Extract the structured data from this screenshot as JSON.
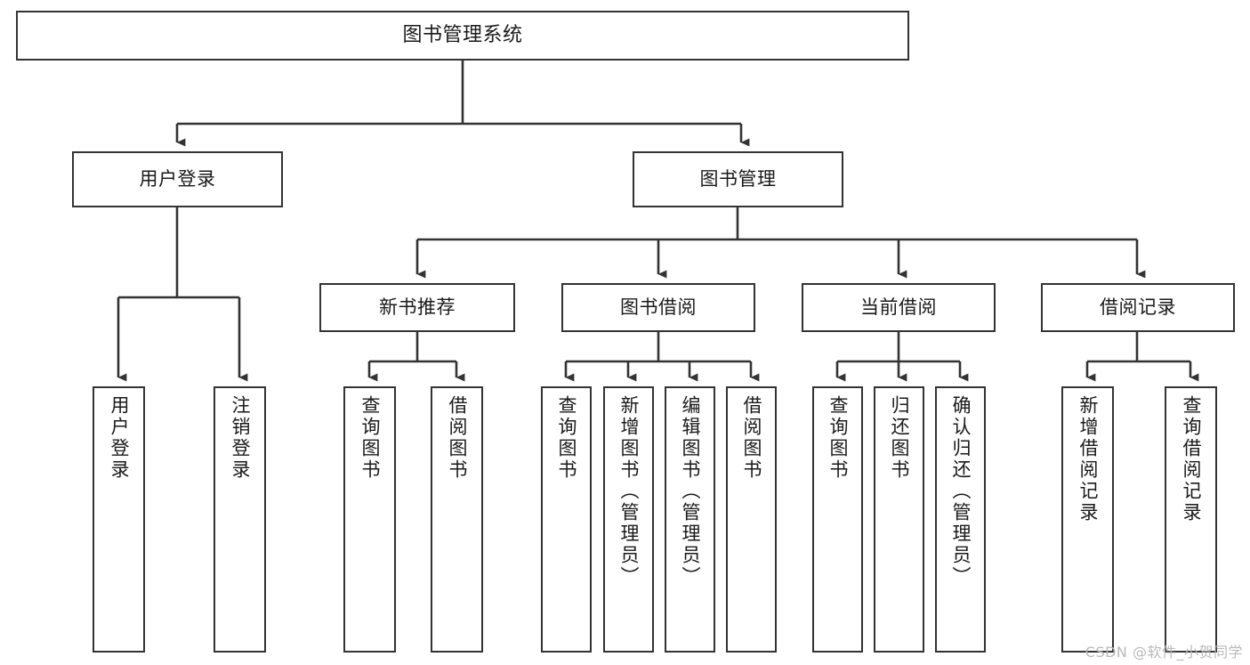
{
  "diagram": {
    "title": "图书管理系统",
    "type": "tree-hierarchy-chart",
    "root": {
      "label": "图书管理系统"
    },
    "level1": [
      {
        "id": "user-login",
        "label": "用户登录"
      },
      {
        "id": "book-management",
        "label": "图书管理"
      }
    ],
    "level2": [
      {
        "id": "new-book-recommend",
        "label": "新书推荐"
      },
      {
        "id": "book-borrow",
        "label": "图书借阅"
      },
      {
        "id": "current-borrow",
        "label": "当前借阅"
      },
      {
        "id": "borrow-record",
        "label": "借阅记录"
      }
    ],
    "leaves": {
      "user_login": [
        {
          "id": "leaf-user-login",
          "label": "用户登录"
        },
        {
          "id": "leaf-user-logout",
          "label": "注销登录"
        }
      ],
      "new_book_recommend": [
        {
          "id": "leaf-query-book-1",
          "label": "查询图书"
        },
        {
          "id": "leaf-borrow-book-1",
          "label": "借阅图书"
        }
      ],
      "book_borrow": [
        {
          "id": "leaf-query-book-2",
          "label": "查询图书"
        },
        {
          "id": "leaf-add-book",
          "label": "新增图书（管理员）"
        },
        {
          "id": "leaf-edit-book",
          "label": "编辑图书（管理员）"
        },
        {
          "id": "leaf-borrow-book-2",
          "label": "借阅图书"
        }
      ],
      "current_borrow": [
        {
          "id": "leaf-query-book-3",
          "label": "查询图书"
        },
        {
          "id": "leaf-return-book",
          "label": "归还图书"
        },
        {
          "id": "leaf-confirm-return",
          "label": "确认归还（管理员）"
        }
      ],
      "borrow_record": [
        {
          "id": "leaf-add-record",
          "label": "新增借阅记录"
        },
        {
          "id": "leaf-query-record",
          "label": "查询借阅记录"
        }
      ]
    }
  },
  "watermark": {
    "text": "CSDN @软件_小贺同学"
  },
  "colors": {
    "box_border": "#333333",
    "box_fill": "#ffffff",
    "connector": "#333333",
    "text": "#1a1a1a",
    "watermark": "#b9b9b9",
    "background": "#ffffff"
  }
}
